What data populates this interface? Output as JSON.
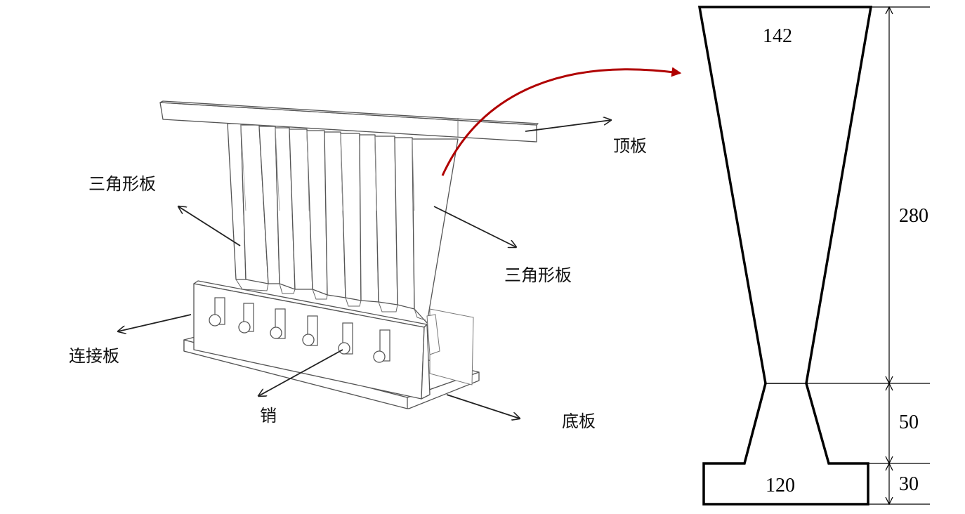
{
  "labels": {
    "top_plate": "顶板",
    "triangle_plate_left": "三角形板",
    "triangle_plate_right": "三角形板",
    "connecting_plate": "连接板",
    "pin": "销",
    "base_plate": "底板"
  },
  "dimensions": {
    "top_width": "142",
    "web_height": "280",
    "neck_height": "50",
    "base_height": "30",
    "base_width": "120"
  },
  "colors": {
    "highlight_arrow": "#b00000",
    "outline": "#000000"
  }
}
